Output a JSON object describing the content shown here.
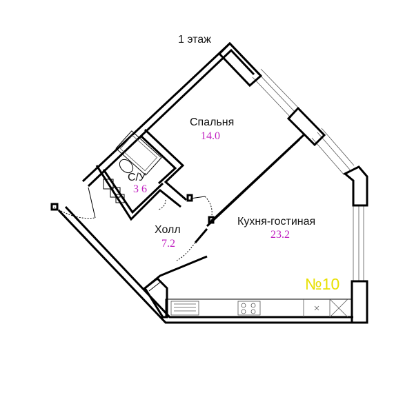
{
  "floor_label": "1 этаж",
  "apartment_number": "№10",
  "rooms": [
    {
      "name": "Спальня",
      "area": "14.0"
    },
    {
      "name": "С/У",
      "area": "3 6"
    },
    {
      "name": "Холл",
      "area": "7.2"
    },
    {
      "name": "Кухня-гостиная",
      "area": "23.2"
    }
  ],
  "colors": {
    "wall": "#000000",
    "area_text": "#c020c0",
    "apartment_number": "#e8e000"
  }
}
